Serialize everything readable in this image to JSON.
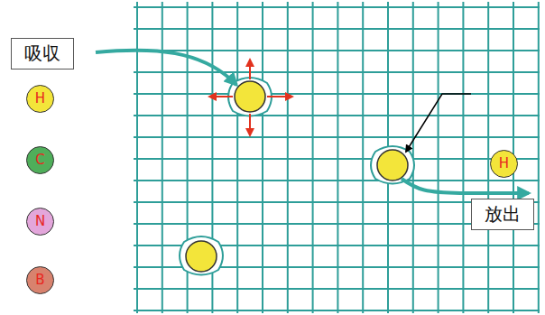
{
  "diagram": {
    "nodes": [
      {
        "text": [
          "吸収"
        ]
      },
      {
        "text": [
          "H"
        ]
      },
      {
        "text": [
          "C"
        ]
      },
      {
        "text": [
          "N"
        ]
      },
      {
        "text": [
          "B"
        ]
      },
      {
        "text": [
          "H"
        ]
      },
      {
        "text": [
          "放出"
        ]
      }
    ]
  }
}
